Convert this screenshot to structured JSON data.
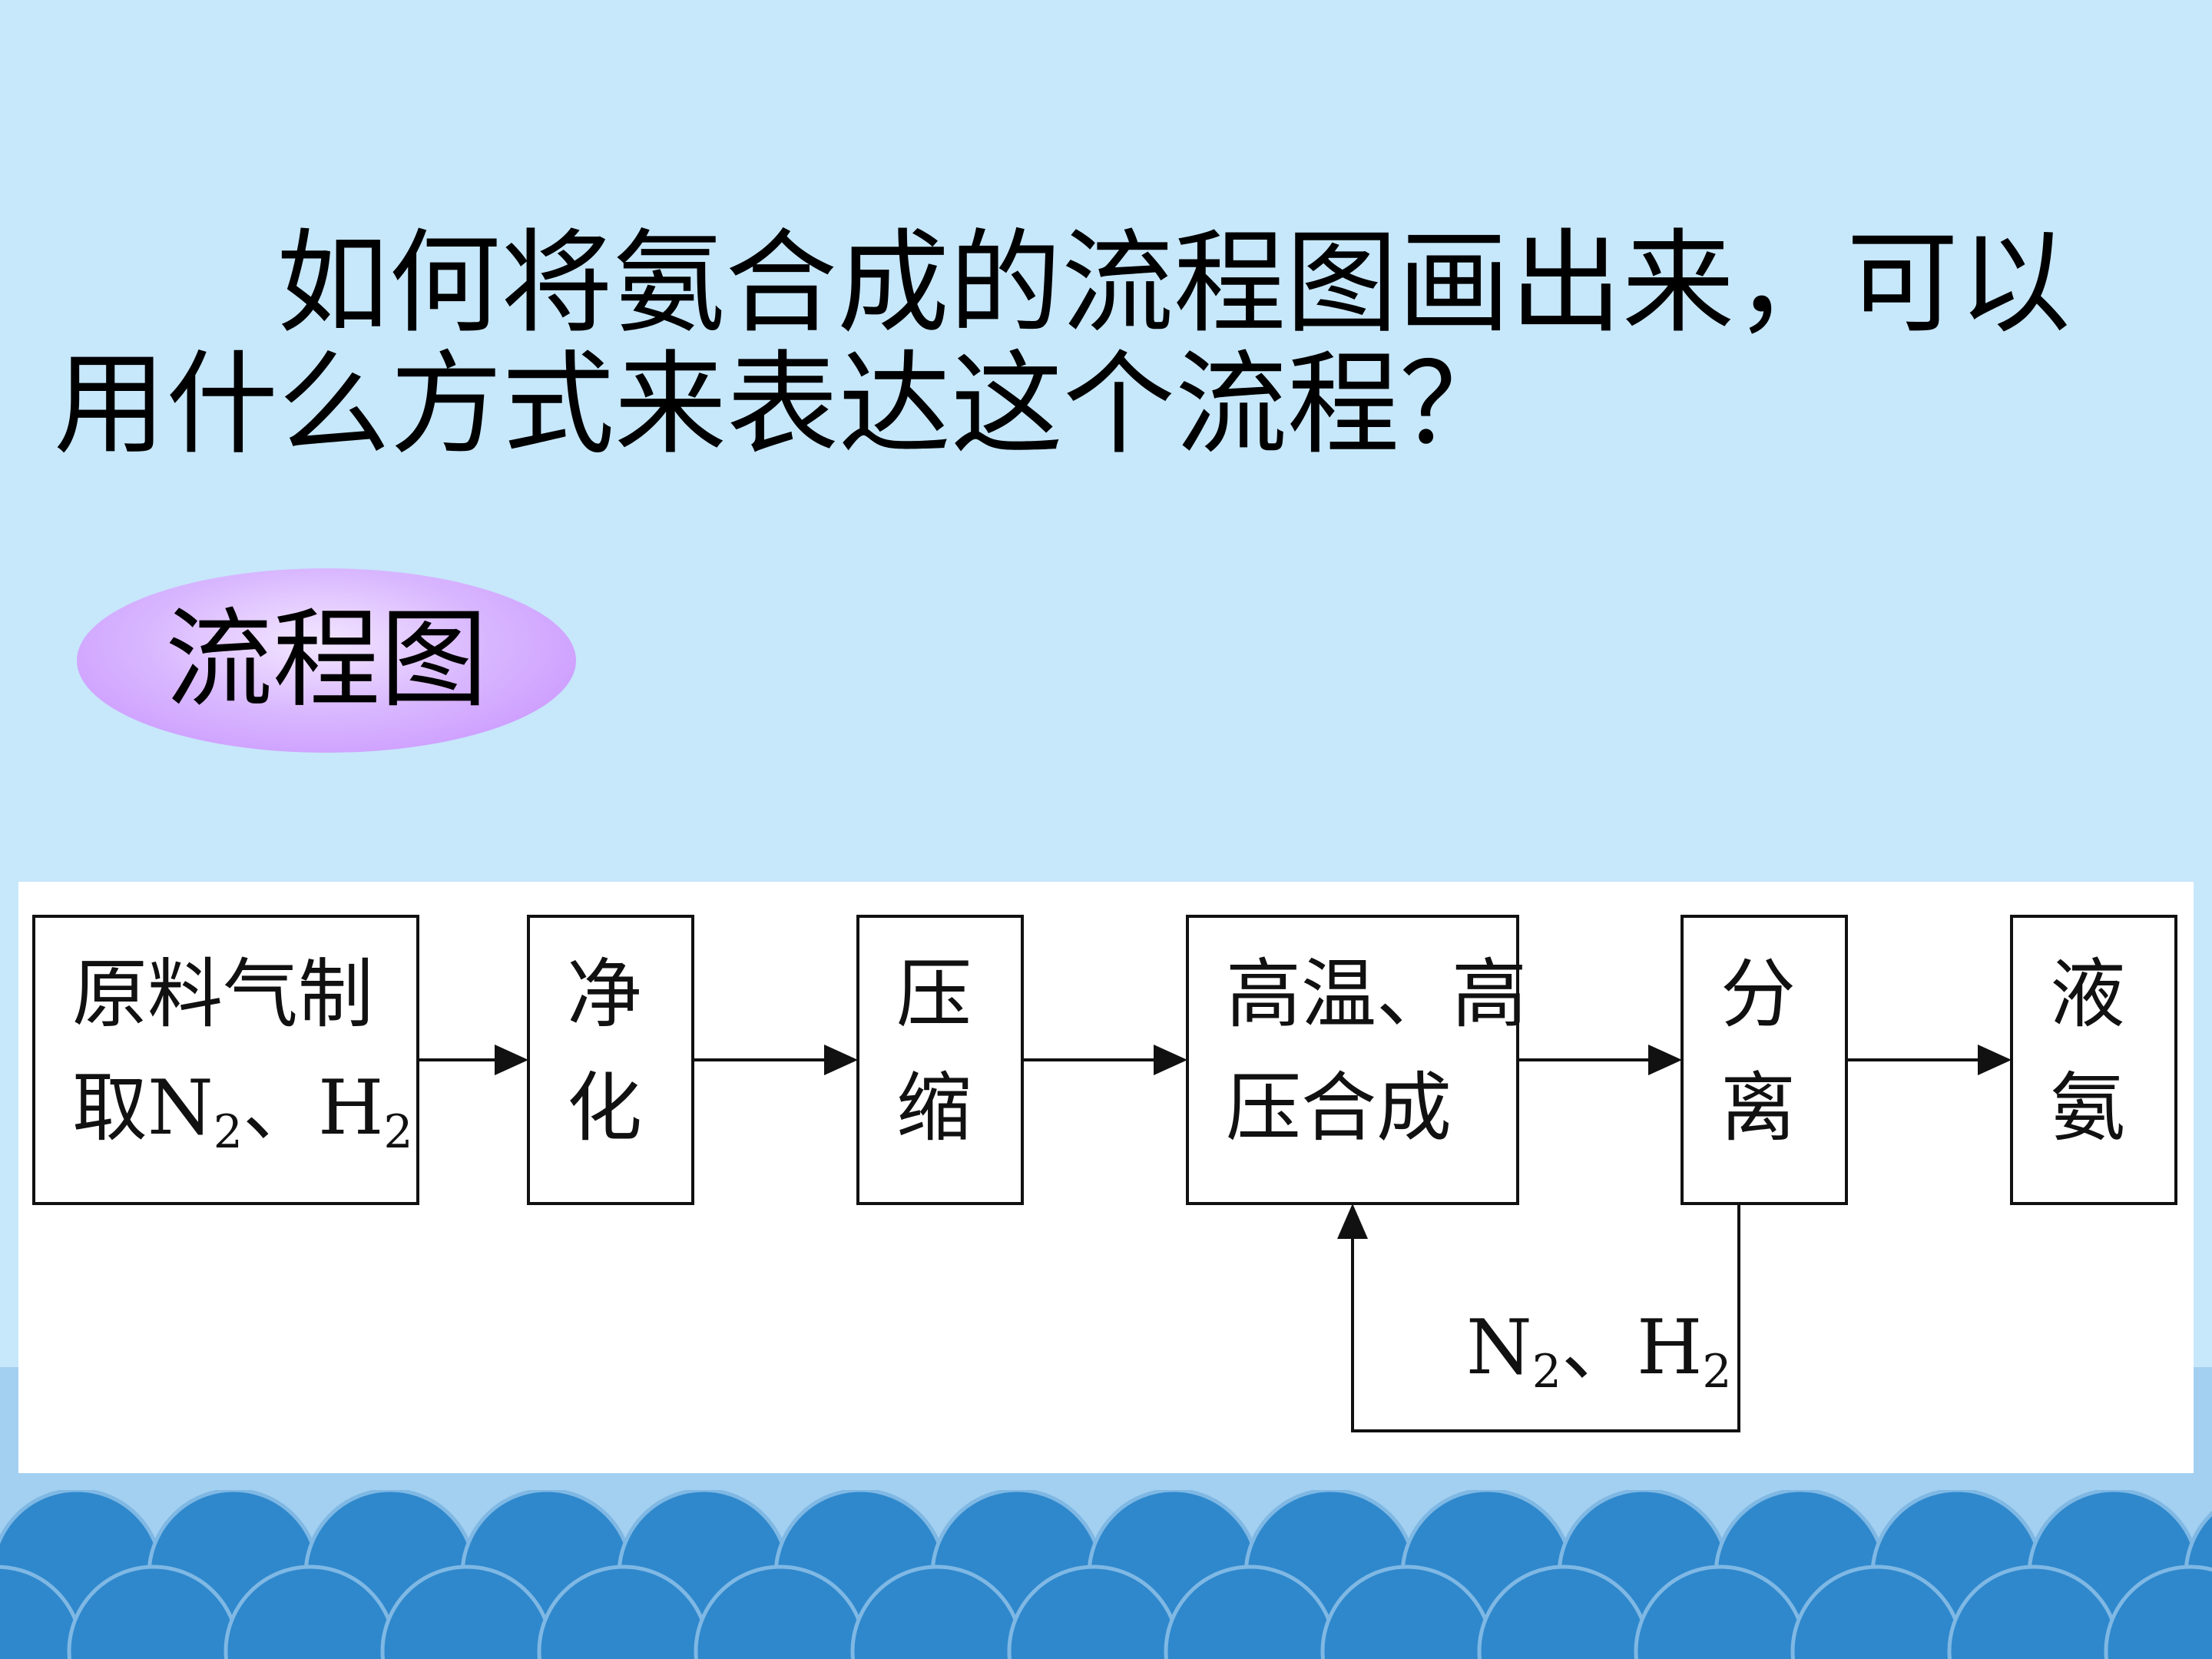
{
  "slide": {
    "question": "如何将氨合成的流程图画出来，可以用什么方式来表达这个流程？",
    "badge_label": "流程图"
  },
  "diagram": {
    "nodes": [
      {
        "id": "raw-gas",
        "lines": [
          [
            "原料气制"
          ],
          [
            "取N",
            "2",
            "、H",
            "2"
          ]
        ]
      },
      {
        "id": "purify",
        "lines": [
          [
            "净"
          ],
          [
            "化"
          ]
        ]
      },
      {
        "id": "compress",
        "lines": [
          [
            "压"
          ],
          [
            "缩"
          ]
        ]
      },
      {
        "id": "synthesis",
        "lines": [
          [
            "高温、高"
          ],
          [
            "压合成"
          ]
        ]
      },
      {
        "id": "separate",
        "lines": [
          [
            "分"
          ],
          [
            "离"
          ]
        ]
      },
      {
        "id": "liquid-ammonia",
        "lines": [
          [
            "液"
          ],
          [
            "氨"
          ]
        ]
      }
    ],
    "recycle_label": [
      "N",
      "2",
      "、H",
      "2"
    ]
  },
  "colors": {
    "background": "#c7e7fa",
    "wave_dark": "#2f88cc",
    "wave_light": "#a3d0f0",
    "pill": "#c58cff",
    "line": "#111111"
  }
}
